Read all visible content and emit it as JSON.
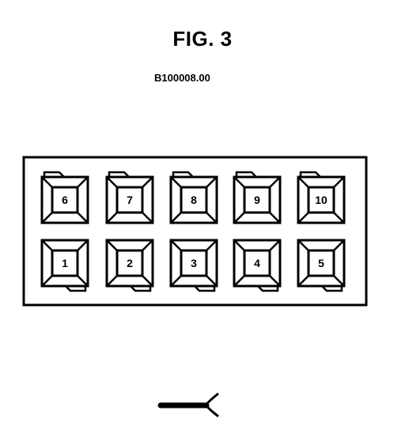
{
  "figure": {
    "title": "FIG. 3",
    "reference": "B100008.00"
  },
  "connector": {
    "top_row": [
      "6",
      "7",
      "8",
      "9",
      "10"
    ],
    "bottom_row": [
      "1",
      "2",
      "3",
      "4",
      "5"
    ]
  }
}
